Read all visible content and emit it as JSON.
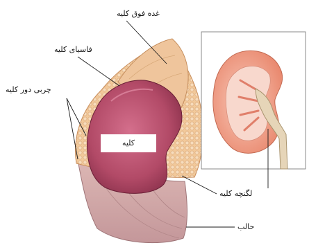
{
  "labels": {
    "adrenal_gland": "غده فوق کلیه",
    "renal_fascia": "فاسیای کلیه",
    "perirenal_fat": "چربی دور کلیه",
    "kidney": "کلیه",
    "renal_pelvis": "لگنچه کلیه",
    "ureter": "حالب"
  },
  "colors": {
    "kidney": "#b24a67",
    "kidney_shadow": "#7c2842",
    "adrenal": "#efc59c",
    "fat": "#f2c99a",
    "fascia": "#cfa5a6",
    "inset_cortex": "#ef9f86",
    "inset_medulla": "#f8d8cd",
    "pelvis": "#e6d5b8",
    "leader_line": "#1a1a1a"
  }
}
